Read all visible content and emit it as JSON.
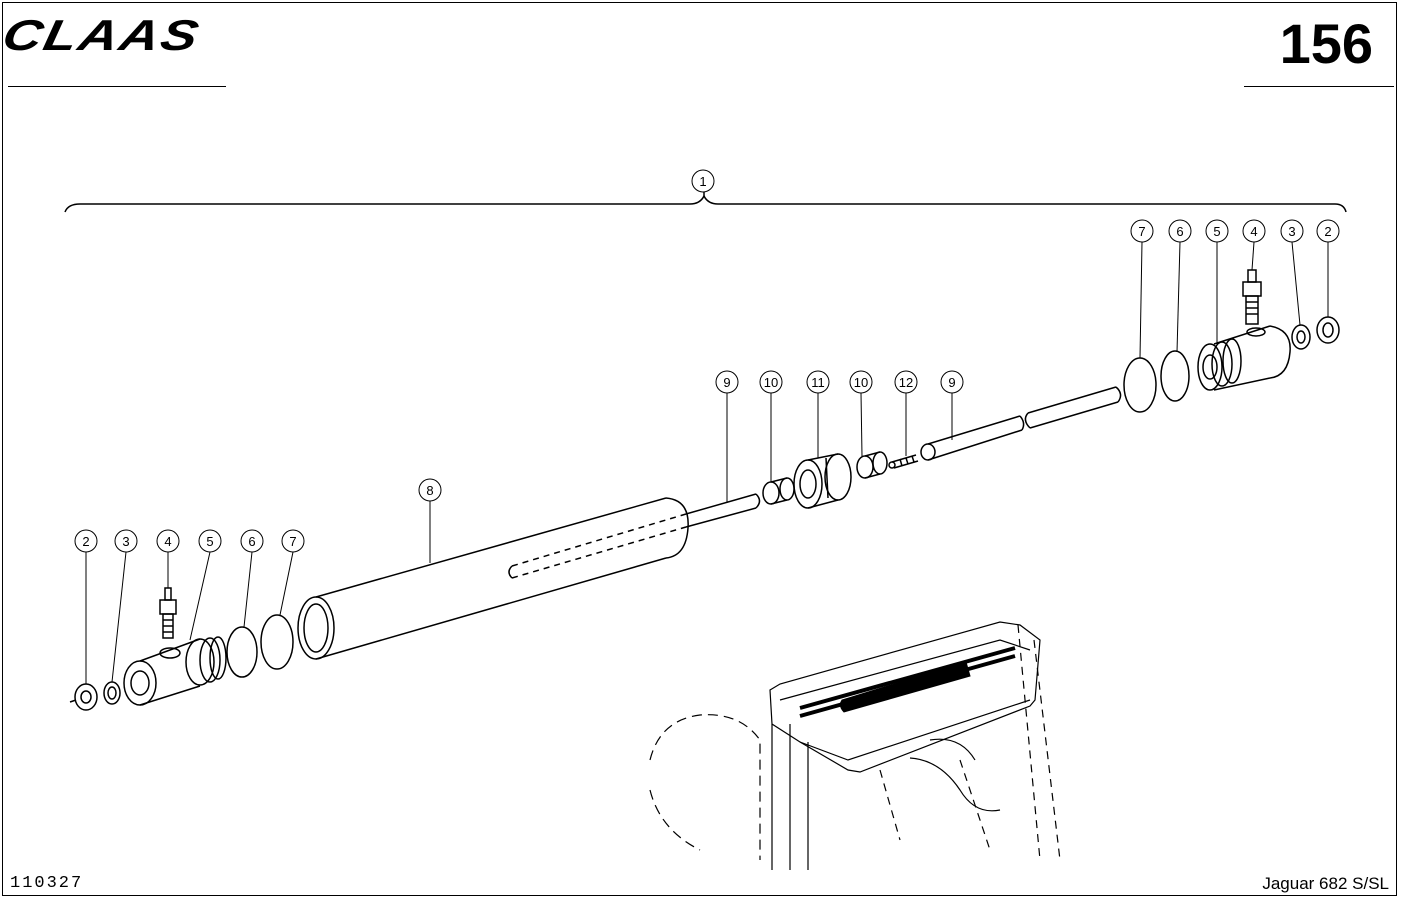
{
  "header": {
    "brand": "CLAAS",
    "page_number": "156"
  },
  "footer": {
    "document_number": "110327",
    "model": "Jaguar 682 S/SL"
  },
  "callouts": {
    "assembly": "1",
    "left": [
      "2",
      "3",
      "4",
      "5",
      "6",
      "7"
    ],
    "barrel": "8",
    "middle": [
      "9",
      "10",
      "11",
      "10",
      "12",
      "9"
    ],
    "right": [
      "7",
      "6",
      "5",
      "4",
      "3",
      "2"
    ]
  }
}
